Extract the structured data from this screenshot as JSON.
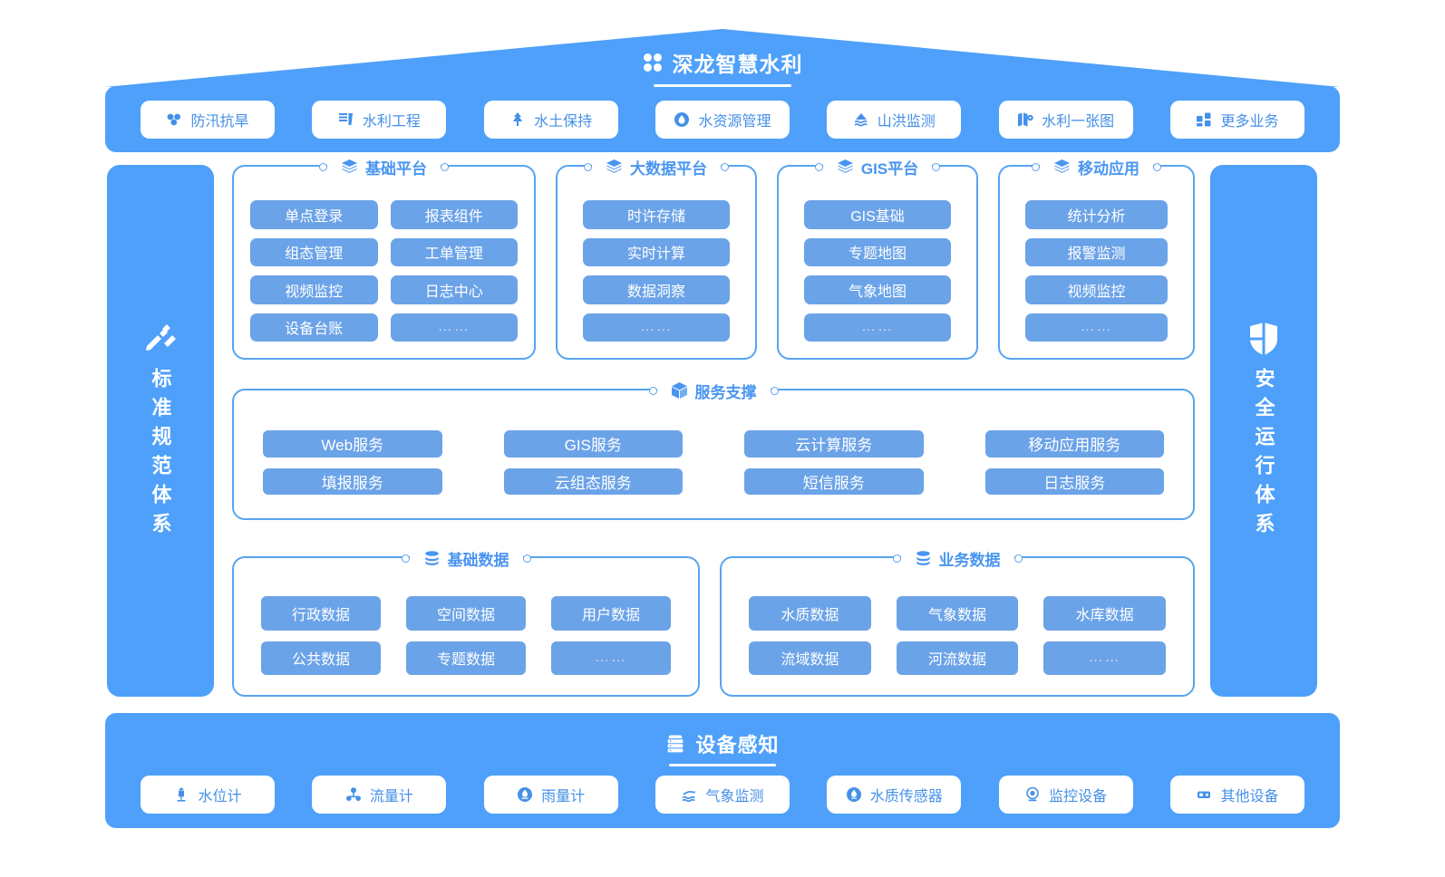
{
  "header": {
    "title": "深龙智慧水利",
    "icon": "four-petal-icon",
    "business_buttons": [
      {
        "label": "防汛抗旱",
        "icon": "flood-drought-icon"
      },
      {
        "label": "水利工程",
        "icon": "dam-engineering-icon"
      },
      {
        "label": "水土保持",
        "icon": "soil-conservation-tree-icon"
      },
      {
        "label": "水资源管理",
        "icon": "water-resource-drop-icon"
      },
      {
        "label": "山洪监测",
        "icon": "mountain-flood-icon"
      },
      {
        "label": "水利一张图",
        "icon": "map-one-picture-icon"
      },
      {
        "label": "更多业务",
        "icon": "more-grid-icon"
      }
    ]
  },
  "left_column": {
    "icon": "ruler-pencil-icon",
    "label": "标准规范体系"
  },
  "right_column": {
    "icon": "shield-icon",
    "label": "安全运行体系"
  },
  "platforms": [
    {
      "title": "基础平台",
      "icon": "layers-icon",
      "columns": 2,
      "items": [
        "单点登录",
        "报表组件",
        "组态管理",
        "工单管理",
        "视频监控",
        "日志中心",
        "设备台账",
        "……"
      ]
    },
    {
      "title": "大数据平台",
      "icon": "layers-icon",
      "columns": 1,
      "items": [
        "时许存储",
        "实时计算",
        "数据洞察",
        "……"
      ]
    },
    {
      "title": "GIS平台",
      "icon": "layers-icon",
      "columns": 1,
      "items": [
        "GIS基础",
        "专题地图",
        "气象地图",
        "……"
      ]
    },
    {
      "title": "移动应用",
      "icon": "layers-icon",
      "columns": 1,
      "items": [
        "统计分析",
        "报警监测",
        "视频监控",
        "……"
      ]
    }
  ],
  "service_support": {
    "title": "服务支撑",
    "icon": "cube-icon",
    "items": [
      "Web服务",
      "GIS服务",
      "云计算服务",
      "移动应用服务",
      "填报服务",
      "云组态服务",
      "短信服务",
      "日志服务"
    ]
  },
  "data_sections": [
    {
      "title": "基础数据",
      "icon": "database-icon",
      "items": [
        "行政数据",
        "空间数据",
        "用户数据",
        "公共数据",
        "专题数据",
        "……"
      ]
    },
    {
      "title": "业务数据",
      "icon": "database-icon",
      "items": [
        "水质数据",
        "气象数据",
        "水库数据",
        "流域数据",
        "河流数据",
        "……"
      ]
    }
  ],
  "device_sensing": {
    "title": "设备感知",
    "icon": "server-rack-icon",
    "devices": [
      {
        "label": "水位计",
        "icon": "water-level-gauge-icon"
      },
      {
        "label": "流量计",
        "icon": "flow-meter-icon"
      },
      {
        "label": "雨量计",
        "icon": "rain-gauge-icon"
      },
      {
        "label": "气象监测",
        "icon": "weather-monitor-icon"
      },
      {
        "label": "水质传感器",
        "icon": "water-quality-sensor-icon"
      },
      {
        "label": "监控设备",
        "icon": "camera-icon"
      },
      {
        "label": "其他设备",
        "icon": "other-device-icon"
      }
    ]
  },
  "colors": {
    "primary_blue": "#4ea0fa",
    "chip_blue": "#6ba3e8",
    "card_border": "#57a4f0",
    "title_blue": "#4a95f0",
    "white": "#ffffff"
  }
}
